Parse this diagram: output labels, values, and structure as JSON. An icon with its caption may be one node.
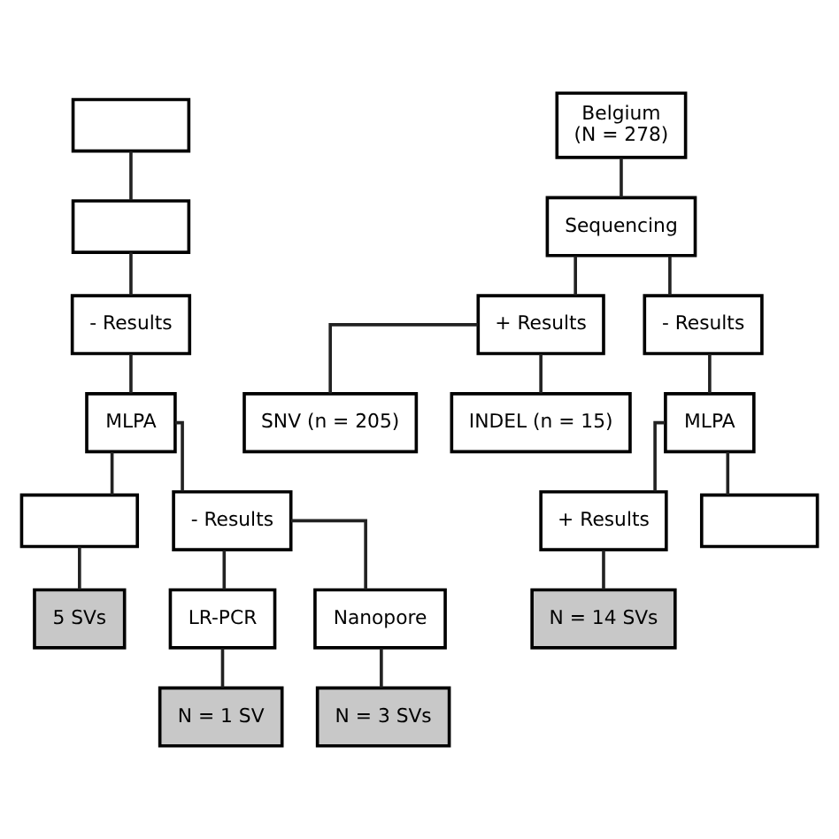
{
  "diagram": {
    "nodes": [
      {
        "text": [],
        "shape": "box"
      },
      {
        "text": [],
        "shape": "box"
      },
      {
        "text": [
          "- Results"
        ]
      },
      {
        "text": [
          "MLPA"
        ]
      },
      {
        "text": [],
        "shape": "box"
      },
      {
        "text": [
          "- Results"
        ]
      },
      {
        "text": [
          "5 SVs"
        ]
      },
      {
        "text": [
          "LR-PCR"
        ]
      },
      {
        "text": [
          "Nanopore"
        ]
      },
      {
        "text": [
          "N = 1 SV"
        ]
      },
      {
        "text": [
          "N = 3 SVs"
        ]
      },
      {
        "text": [
          "Belgium",
          "(N = 278)"
        ]
      },
      {
        "text": [
          "Sequencing"
        ]
      },
      {
        "text": [
          "+ Results"
        ]
      },
      {
        "text": [
          "- Results"
        ]
      },
      {
        "text": [
          "SNV (n = 205)"
        ]
      },
      {
        "text": [
          "INDEL (n = 15)"
        ]
      },
      {
        "text": [
          "MLPA"
        ]
      },
      {
        "text": [
          "+ Results"
        ]
      },
      {
        "text": [],
        "shape": "box"
      },
      {
        "text": [
          "N = 14 SVs"
        ]
      }
    ],
    "edges": [
      {
        "from": 0,
        "to": 1,
        "arrow": "none"
      },
      {
        "from": 1,
        "to": 2,
        "arrow": "none"
      },
      {
        "from": 2,
        "to": 3,
        "arrow": "none"
      },
      {
        "from": 3,
        "to": 4,
        "arrow": "none"
      },
      {
        "from": 3,
        "to": 5,
        "arrow": "none"
      },
      {
        "from": 4,
        "to": 6,
        "arrow": "none"
      },
      {
        "from": 5,
        "to": 7,
        "arrow": "none"
      },
      {
        "from": 5,
        "to": 8,
        "arrow": "none"
      },
      {
        "from": 7,
        "to": 9,
        "arrow": "none"
      },
      {
        "from": 8,
        "to": 10,
        "arrow": "none"
      },
      {
        "from": 11,
        "to": 12,
        "arrow": "none"
      },
      {
        "from": 12,
        "to": 13,
        "arrow": "none"
      },
      {
        "from": 12,
        "to": 14,
        "arrow": "none"
      },
      {
        "from": 13,
        "to": 15,
        "arrow": "none"
      },
      {
        "from": 13,
        "to": 16,
        "arrow": "none"
      },
      {
        "from": 14,
        "to": 17,
        "arrow": "none"
      },
      {
        "from": 17,
        "to": 18,
        "arrow": "none"
      },
      {
        "from": 17,
        "to": 19,
        "arrow": "none"
      },
      {
        "from": 18,
        "to": 20,
        "arrow": "none"
      }
    ]
  }
}
